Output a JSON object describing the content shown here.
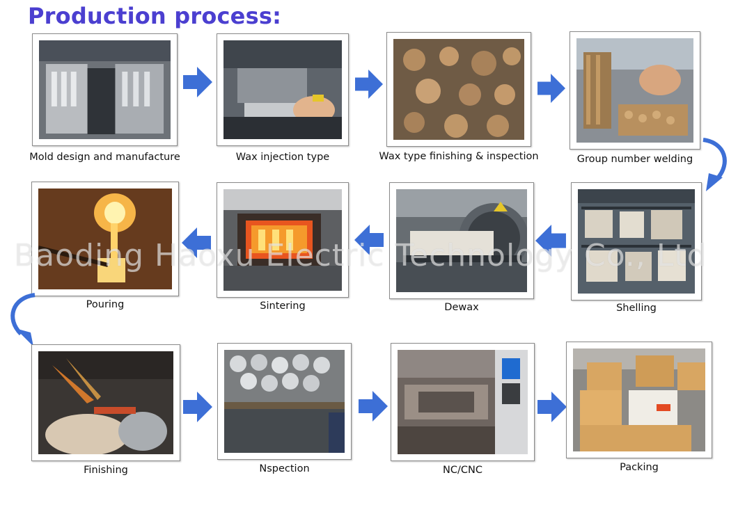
{
  "title": "Production process:",
  "watermark": "Baoding Haoxu Electric Technology Co., Ltd",
  "colors": {
    "title": "#4b3fd0",
    "arrow": "#3d6fd6"
  },
  "arrow_icon": "right-arrow-icon",
  "steps": [
    {
      "label": "Mold design and manufacture"
    },
    {
      "label": "Wax injection type"
    },
    {
      "label": "Wax type finishing & inspection"
    },
    {
      "label": "Group number welding"
    },
    {
      "label": "Shelling"
    },
    {
      "label": "Dewax"
    },
    {
      "label": "Sintering"
    },
    {
      "label": "Pouring"
    },
    {
      "label": "Finishing"
    },
    {
      "label": "Nspection"
    },
    {
      "label": "NC/CNC"
    },
    {
      "label": "Packing"
    }
  ]
}
